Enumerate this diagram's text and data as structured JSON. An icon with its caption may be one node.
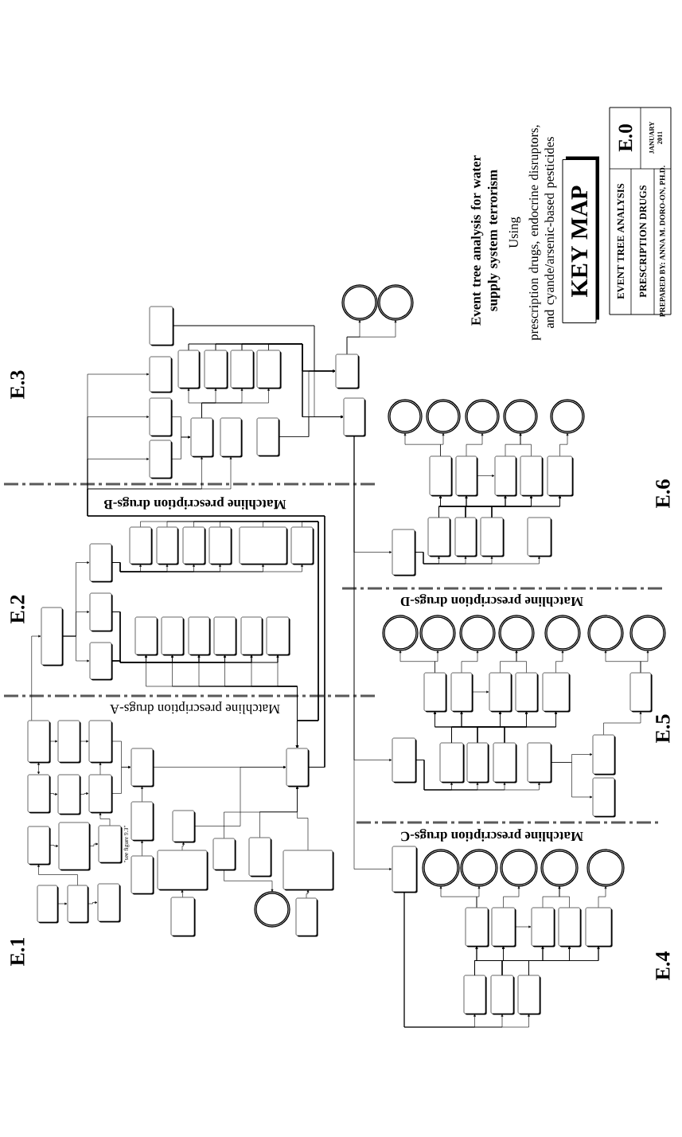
{
  "diagram": {
    "title": "Event tree analysis for water supply system terrorism",
    "nodes": [
      {
        "text": [],
        "shape": "box"
      },
      {
        "text": [],
        "shape": "box"
      },
      {
        "text": [],
        "shape": "box"
      },
      {
        "text": [],
        "shape": "box"
      },
      {
        "text": [],
        "shape": "box"
      },
      {
        "text": [],
        "shape": "box"
      },
      {
        "text": [],
        "shape": "box"
      },
      {
        "text": [],
        "shape": "box"
      },
      {
        "text": [],
        "shape": "box"
      },
      {
        "text": [],
        "shape": "box"
      },
      {
        "text": [],
        "shape": "box",
        "beside": [
          "\"see figure 9.3\""
        ]
      },
      {
        "text": [],
        "shape": "box"
      },
      {
        "text": [],
        "shape": "box"
      },
      {
        "text": [],
        "shape": "box"
      },
      {
        "text": [],
        "shape": "box"
      },
      {
        "text": [],
        "shape": "box"
      },
      {
        "text": [],
        "shape": "box"
      },
      {
        "text": [],
        "shape": "box"
      },
      {
        "text": [],
        "shape": "box"
      },
      {
        "text": [],
        "shape": "box"
      },
      {
        "text": [],
        "shape": "circle"
      },
      {
        "text": [],
        "shape": "box"
      },
      {
        "text": [],
        "shape": "box"
      },
      {
        "text": [],
        "shape": "box"
      },
      {
        "text": [],
        "shape": "box"
      },
      {
        "text": [],
        "shape": "box"
      },
      {
        "text": [],
        "shape": "box"
      },
      {
        "text": [],
        "shape": "box"
      },
      {
        "text": [],
        "shape": "box"
      },
      {
        "text": [],
        "shape": "box"
      },
      {
        "text": [],
        "shape": "box"
      },
      {
        "text": [],
        "shape": "box"
      },
      {
        "text": [],
        "shape": "box"
      },
      {
        "text": [],
        "shape": "box"
      },
      {
        "text": [],
        "shape": "box"
      },
      {
        "text": [],
        "shape": "box"
      },
      {
        "text": [],
        "shape": "box"
      },
      {
        "text": [],
        "shape": "box"
      },
      {
        "text": [],
        "shape": "box"
      },
      {
        "text": [],
        "shape": "box"
      },
      {
        "text": [],
        "shape": "box"
      },
      {
        "text": [],
        "shape": "box"
      },
      {
        "text": [],
        "shape": "box"
      },
      {
        "text": [],
        "shape": "box"
      },
      {
        "text": [],
        "shape": "box"
      },
      {
        "text": [],
        "shape": "box"
      },
      {
        "text": [],
        "shape": "box"
      },
      {
        "text": [],
        "shape": "box"
      },
      {
        "text": [],
        "shape": "box"
      },
      {
        "text": [],
        "shape": "box"
      },
      {
        "text": [],
        "shape": "box"
      },
      {
        "text": [],
        "shape": "box"
      },
      {
        "text": [],
        "shape": "box"
      },
      {
        "text": [],
        "shape": "circle"
      },
      {
        "text": [],
        "shape": "circle"
      },
      {
        "text": [],
        "shape": "box"
      },
      {
        "text": [],
        "shape": "box"
      },
      {
        "text": [],
        "shape": "box"
      },
      {
        "text": [],
        "shape": "box"
      },
      {
        "text": [],
        "shape": "box"
      },
      {
        "text": [],
        "shape": "box"
      },
      {
        "text": [],
        "shape": "box"
      },
      {
        "text": [],
        "shape": "box"
      },
      {
        "text": [],
        "shape": "box"
      },
      {
        "text": [],
        "shape": "box"
      },
      {
        "text": [],
        "shape": "circle"
      },
      {
        "text": [],
        "shape": "circle"
      },
      {
        "text": [],
        "shape": "circle"
      },
      {
        "text": [],
        "shape": "circle"
      },
      {
        "text": [],
        "shape": "circle"
      },
      {
        "text": [],
        "shape": "box"
      },
      {
        "text": [],
        "shape": "box"
      },
      {
        "text": [],
        "shape": "box"
      },
      {
        "text": [],
        "shape": "box"
      },
      {
        "text": [],
        "shape": "box"
      },
      {
        "text": [],
        "shape": "box"
      },
      {
        "text": [],
        "shape": "box"
      },
      {
        "text": [],
        "shape": "box"
      },
      {
        "text": [],
        "shape": "box"
      },
      {
        "text": [],
        "shape": "box"
      },
      {
        "text": [],
        "shape": "box"
      },
      {
        "text": [],
        "shape": "box"
      },
      {
        "text": [],
        "shape": "box"
      },
      {
        "text": [],
        "shape": "circle"
      },
      {
        "text": [],
        "shape": "circle"
      },
      {
        "text": [],
        "shape": "circle"
      },
      {
        "text": [],
        "shape": "circle"
      },
      {
        "text": [],
        "shape": "circle"
      },
      {
        "text": [],
        "shape": "circle"
      },
      {
        "text": [],
        "shape": "circle"
      },
      {
        "text": [],
        "shape": "box"
      },
      {
        "text": [],
        "shape": "box"
      },
      {
        "text": [],
        "shape": "box"
      },
      {
        "text": [],
        "shape": "box"
      },
      {
        "text": [],
        "shape": "box"
      },
      {
        "text": [],
        "shape": "box"
      },
      {
        "text": [],
        "shape": "box"
      },
      {
        "text": [],
        "shape": "box"
      },
      {
        "text": [],
        "shape": "box"
      },
      {
        "text": [],
        "shape": "circle"
      },
      {
        "text": [],
        "shape": "circle"
      },
      {
        "text": [],
        "shape": "circle"
      },
      {
        "text": [],
        "shape": "circle"
      },
      {
        "text": [],
        "shape": "circle"
      }
    ],
    "edges": [
      {
        "from": 0,
        "to": 1,
        "arrow": "both"
      },
      {
        "from": 0,
        "to": 4,
        "arrow": "to"
      },
      {
        "from": 1,
        "to": 5,
        "arrow": "to"
      },
      {
        "from": 4,
        "to": 8,
        "arrow": "to"
      },
      {
        "from": 5,
        "to": 9,
        "arrow": "to"
      },
      {
        "from": 10,
        "to": 9,
        "arrow": "to"
      },
      {
        "from": 9,
        "to": 8,
        "arrow": "to"
      },
      {
        "from": 8,
        "to": 12,
        "arrow": "to"
      },
      {
        "from": 9,
        "to": 12,
        "arrow": "to"
      },
      {
        "from": 12,
        "to": 21,
        "arrow": "to"
      },
      {
        "from": 13,
        "to": 12,
        "arrow": "to"
      },
      {
        "from": 14,
        "to": 13,
        "arrow": "to"
      },
      {
        "from": 2,
        "to": 6,
        "arrow": "to"
      },
      {
        "from": 6,
        "to": 10,
        "arrow": "to"
      },
      {
        "from": 3,
        "to": 7,
        "arrow": "to"
      },
      {
        "from": 7,
        "to": 11,
        "arrow": "to"
      },
      {
        "from": 7,
        "to": 2,
        "arrow": "to"
      },
      {
        "from": 15,
        "to": 21,
        "arrow": "to"
      },
      {
        "from": 16,
        "to": 15,
        "arrow": "to"
      },
      {
        "from": 17,
        "to": 16,
        "arrow": "to"
      },
      {
        "from": 18,
        "to": 20,
        "arrow": "to"
      },
      {
        "from": 18,
        "to": 21,
        "arrow": "to"
      },
      {
        "from": 19,
        "to": 21,
        "arrow": "to"
      },
      {
        "from": 22,
        "to": 21,
        "arrow": "to"
      },
      {
        "from": 23,
        "to": 22,
        "arrow": "to"
      },
      {
        "from": 0,
        "to": 24,
        "arrow": "to"
      },
      {
        "from": 24,
        "to": 25,
        "arrow": "to"
      },
      {
        "from": 24,
        "to": 26,
        "arrow": "to"
      },
      {
        "from": 24,
        "to": 27,
        "arrow": "to"
      },
      {
        "from": 25,
        "to": 28,
        "arrow": "to"
      },
      {
        "from": 25,
        "to": 29,
        "arrow": "to"
      },
      {
        "from": 25,
        "to": 30,
        "arrow": "to"
      },
      {
        "from": 25,
        "to": 31,
        "arrow": "to"
      },
      {
        "from": 25,
        "to": 32,
        "arrow": "to"
      },
      {
        "from": 25,
        "to": 33,
        "arrow": "to"
      },
      {
        "from": 26,
        "to": 34,
        "arrow": "to"
      },
      {
        "from": 26,
        "to": 35,
        "arrow": "to"
      },
      {
        "from": 26,
        "to": 36,
        "arrow": "to"
      },
      {
        "from": 26,
        "to": 37,
        "arrow": "to"
      },
      {
        "from": 26,
        "to": 38,
        "arrow": "to"
      },
      {
        "from": 26,
        "to": 39,
        "arrow": "to"
      },
      {
        "from": 27,
        "to": 34,
        "arrow": "to"
      },
      {
        "from": 27,
        "to": 35,
        "arrow": "to"
      },
      {
        "from": 27,
        "to": 36,
        "arrow": "to"
      },
      {
        "from": 27,
        "to": 37,
        "arrow": "to"
      },
      {
        "from": 27,
        "to": 38,
        "arrow": "to"
      },
      {
        "from": 27,
        "to": 39,
        "arrow": "to"
      },
      {
        "from": 28,
        "to": 21,
        "arrow": "to"
      },
      {
        "from": 29,
        "to": 21,
        "arrow": "to"
      },
      {
        "from": 30,
        "to": 21,
        "arrow": "to"
      },
      {
        "from": 31,
        "to": 21,
        "arrow": "to"
      },
      {
        "from": 32,
        "to": 21,
        "arrow": "to"
      },
      {
        "from": 33,
        "to": 21,
        "arrow": "to"
      },
      {
        "from": 34,
        "to": 21,
        "arrow": "to"
      },
      {
        "from": 35,
        "to": 21,
        "arrow": "to"
      },
      {
        "from": 36,
        "to": 21,
        "arrow": "to"
      },
      {
        "from": 37,
        "to": 21,
        "arrow": "to"
      },
      {
        "from": 38,
        "to": 21,
        "arrow": "to"
      },
      {
        "from": 39,
        "to": 21,
        "arrow": "to"
      },
      {
        "from": 21,
        "to": 41,
        "arrow": "to"
      },
      {
        "from": 21,
        "to": 42,
        "arrow": "to"
      },
      {
        "from": 21,
        "to": 43,
        "arrow": "to"
      },
      {
        "from": 21,
        "to": 48,
        "arrow": "to"
      },
      {
        "from": 21,
        "to": 49,
        "arrow": "to"
      },
      {
        "from": 42,
        "to": 48,
        "arrow": "to"
      },
      {
        "from": 43,
        "to": 48,
        "arrow": "to"
      },
      {
        "from": 48,
        "to": 44,
        "arrow": "to"
      },
      {
        "from": 48,
        "to": 45,
        "arrow": "to"
      },
      {
        "from": 48,
        "to": 46,
        "arrow": "to"
      },
      {
        "from": 48,
        "to": 47,
        "arrow": "to"
      },
      {
        "from": 40,
        "to": 51,
        "arrow": "to"
      },
      {
        "from": 40,
        "to": 52,
        "arrow": "to"
      },
      {
        "from": 44,
        "to": 51,
        "arrow": "to"
      },
      {
        "from": 44,
        "to": 52,
        "arrow": "to"
      },
      {
        "from": 45,
        "to": 51,
        "arrow": "to"
      },
      {
        "from": 45,
        "to": 52,
        "arrow": "to"
      },
      {
        "from": 46,
        "to": 51,
        "arrow": "to"
      },
      {
        "from": 46,
        "to": 52,
        "arrow": "to"
      },
      {
        "from": 47,
        "to": 51,
        "arrow": "to"
      },
      {
        "from": 47,
        "to": 52,
        "arrow": "to"
      },
      {
        "from": 50,
        "to": 51,
        "arrow": "to"
      },
      {
        "from": 50,
        "to": 52,
        "arrow": "to"
      },
      {
        "from": 51,
        "to": 53,
        "arrow": "to"
      },
      {
        "from": 51,
        "to": 54,
        "arrow": "to"
      },
      {
        "from": 52,
        "to": 55,
        "arrow": "to"
      },
      {
        "from": 52,
        "to": 70,
        "arrow": "to"
      },
      {
        "from": 52,
        "to": 90,
        "arrow": "to"
      },
      {
        "from": 55,
        "to": 56,
        "arrow": "to"
      },
      {
        "from": 55,
        "to": 57,
        "arrow": "to"
      },
      {
        "from": 55,
        "to": 58,
        "arrow": "to"
      },
      {
        "from": 55,
        "to": 59,
        "arrow": "to"
      },
      {
        "from": 56,
        "to": 60,
        "arrow": "to"
      },
      {
        "from": 56,
        "to": 61,
        "arrow": "to"
      },
      {
        "from": 56,
        "to": 62,
        "arrow": "to"
      },
      {
        "from": 56,
        "to": 63,
        "arrow": "to"
      },
      {
        "from": 56,
        "to": 64,
        "arrow": "to"
      },
      {
        "from": 57,
        "to": 60,
        "arrow": "to"
      },
      {
        "from": 57,
        "to": 61,
        "arrow": "to"
      },
      {
        "from": 57,
        "to": 62,
        "arrow": "to"
      },
      {
        "from": 57,
        "to": 63,
        "arrow": "to"
      },
      {
        "from": 57,
        "to": 64,
        "arrow": "to"
      },
      {
        "from": 58,
        "to": 60,
        "arrow": "to"
      },
      {
        "from": 58,
        "to": 61,
        "arrow": "to"
      },
      {
        "from": 58,
        "to": 62,
        "arrow": "to"
      },
      {
        "from": 58,
        "to": 63,
        "arrow": "to"
      },
      {
        "from": 58,
        "to": 64,
        "arrow": "to"
      },
      {
        "from": 60,
        "to": 65,
        "arrow": "to"
      },
      {
        "from": 60,
        "to": 66,
        "arrow": "to"
      },
      {
        "from": 61,
        "to": 67,
        "arrow": "to"
      },
      {
        "from": 61,
        "to": 62,
        "arrow": "to"
      },
      {
        "from": 62,
        "to": 68,
        "arrow": "to"
      },
      {
        "from": 63,
        "to": 68,
        "arrow": "to"
      },
      {
        "from": 64,
        "to": 69,
        "arrow": "to"
      },
      {
        "from": 70,
        "to": 71,
        "arrow": "to"
      },
      {
        "from": 70,
        "to": 72,
        "arrow": "to"
      },
      {
        "from": 70,
        "to": 73,
        "arrow": "to"
      },
      {
        "from": 70,
        "to": 74,
        "arrow": "to"
      },
      {
        "from": 71,
        "to": 77,
        "arrow": "to"
      },
      {
        "from": 71,
        "to": 78,
        "arrow": "to"
      },
      {
        "from": 71,
        "to": 79,
        "arrow": "to"
      },
      {
        "from": 71,
        "to": 80,
        "arrow": "to"
      },
      {
        "from": 71,
        "to": 81,
        "arrow": "to"
      },
      {
        "from": 72,
        "to": 77,
        "arrow": "to"
      },
      {
        "from": 72,
        "to": 78,
        "arrow": "to"
      },
      {
        "from": 72,
        "to": 79,
        "arrow": "to"
      },
      {
        "from": 72,
        "to": 80,
        "arrow": "to"
      },
      {
        "from": 72,
        "to": 81,
        "arrow": "to"
      },
      {
        "from": 73,
        "to": 77,
        "arrow": "to"
      },
      {
        "from": 73,
        "to": 78,
        "arrow": "to"
      },
      {
        "from": 73,
        "to": 79,
        "arrow": "to"
      },
      {
        "from": 73,
        "to": 80,
        "arrow": "to"
      },
      {
        "from": 73,
        "to": 81,
        "arrow": "to"
      },
      {
        "from": 77,
        "to": 83,
        "arrow": "to"
      },
      {
        "from": 77,
        "to": 84,
        "arrow": "to"
      },
      {
        "from": 78,
        "to": 85,
        "arrow": "to"
      },
      {
        "from": 78,
        "to": 79,
        "arrow": "to"
      },
      {
        "from": 79,
        "to": 86,
        "arrow": "to"
      },
      {
        "from": 80,
        "to": 86,
        "arrow": "to"
      },
      {
        "from": 81,
        "to": 87,
        "arrow": "to"
      },
      {
        "from": 74,
        "to": 75,
        "arrow": "to"
      },
      {
        "from": 74,
        "to": 76,
        "arrow": "to"
      },
      {
        "from": 75,
        "to": 82,
        "arrow": "to"
      },
      {
        "from": 82,
        "to": 88,
        "arrow": "to"
      },
      {
        "from": 82,
        "to": 89,
        "arrow": "to"
      },
      {
        "from": 90,
        "to": 91,
        "arrow": "to"
      },
      {
        "from": 90,
        "to": 92,
        "arrow": "to"
      },
      {
        "from": 90,
        "to": 93,
        "arrow": "to"
      },
      {
        "from": 91,
        "to": 94,
        "arrow": "to"
      },
      {
        "from": 91,
        "to": 95,
        "arrow": "to"
      },
      {
        "from": 91,
        "to": 96,
        "arrow": "to"
      },
      {
        "from": 91,
        "to": 97,
        "arrow": "to"
      },
      {
        "from": 91,
        "to": 98,
        "arrow": "to"
      },
      {
        "from": 92,
        "to": 94,
        "arrow": "to"
      },
      {
        "from": 92,
        "to": 95,
        "arrow": "to"
      },
      {
        "from": 92,
        "to": 96,
        "arrow": "to"
      },
      {
        "from": 92,
        "to": 97,
        "arrow": "to"
      },
      {
        "from": 92,
        "to": 98,
        "arrow": "to"
      },
      {
        "from": 93,
        "to": 94,
        "arrow": "to"
      },
      {
        "from": 93,
        "to": 95,
        "arrow": "to"
      },
      {
        "from": 93,
        "to": 96,
        "arrow": "to"
      },
      {
        "from": 93,
        "to": 97,
        "arrow": "to"
      },
      {
        "from": 93,
        "to": 98,
        "arrow": "to"
      },
      {
        "from": 94,
        "to": 99,
        "arrow": "to"
      },
      {
        "from": 94,
        "to": 100,
        "arrow": "to"
      },
      {
        "from": 95,
        "to": 101,
        "arrow": "to"
      },
      {
        "from": 95,
        "to": 96,
        "arrow": "to"
      },
      {
        "from": 96,
        "to": 102,
        "arrow": "to"
      },
      {
        "from": 97,
        "to": 102,
        "arrow": "to"
      },
      {
        "from": 98,
        "to": 103,
        "arrow": "to"
      }
    ],
    "labels": [
      "E.1",
      "E.2",
      "E.3",
      "E.4",
      "E.5",
      "E.6",
      "Matchline prescription drugs-A",
      "Matchline prescription drugs-B",
      "Matchline prescription drugs-C",
      "Matchline prescription drugs-D",
      "Using",
      "prescription drugs, endocrine disruptors, and cyande/arsenic-based pesticides",
      "KEY MAP",
      "EVENT TREE ANALYSIS",
      "E.0",
      "PRESCRIPTION DRUGS",
      "JANUARY 2011",
      "PREPARED BY: ANNA M. DORO-ON, PH.D."
    ]
  }
}
